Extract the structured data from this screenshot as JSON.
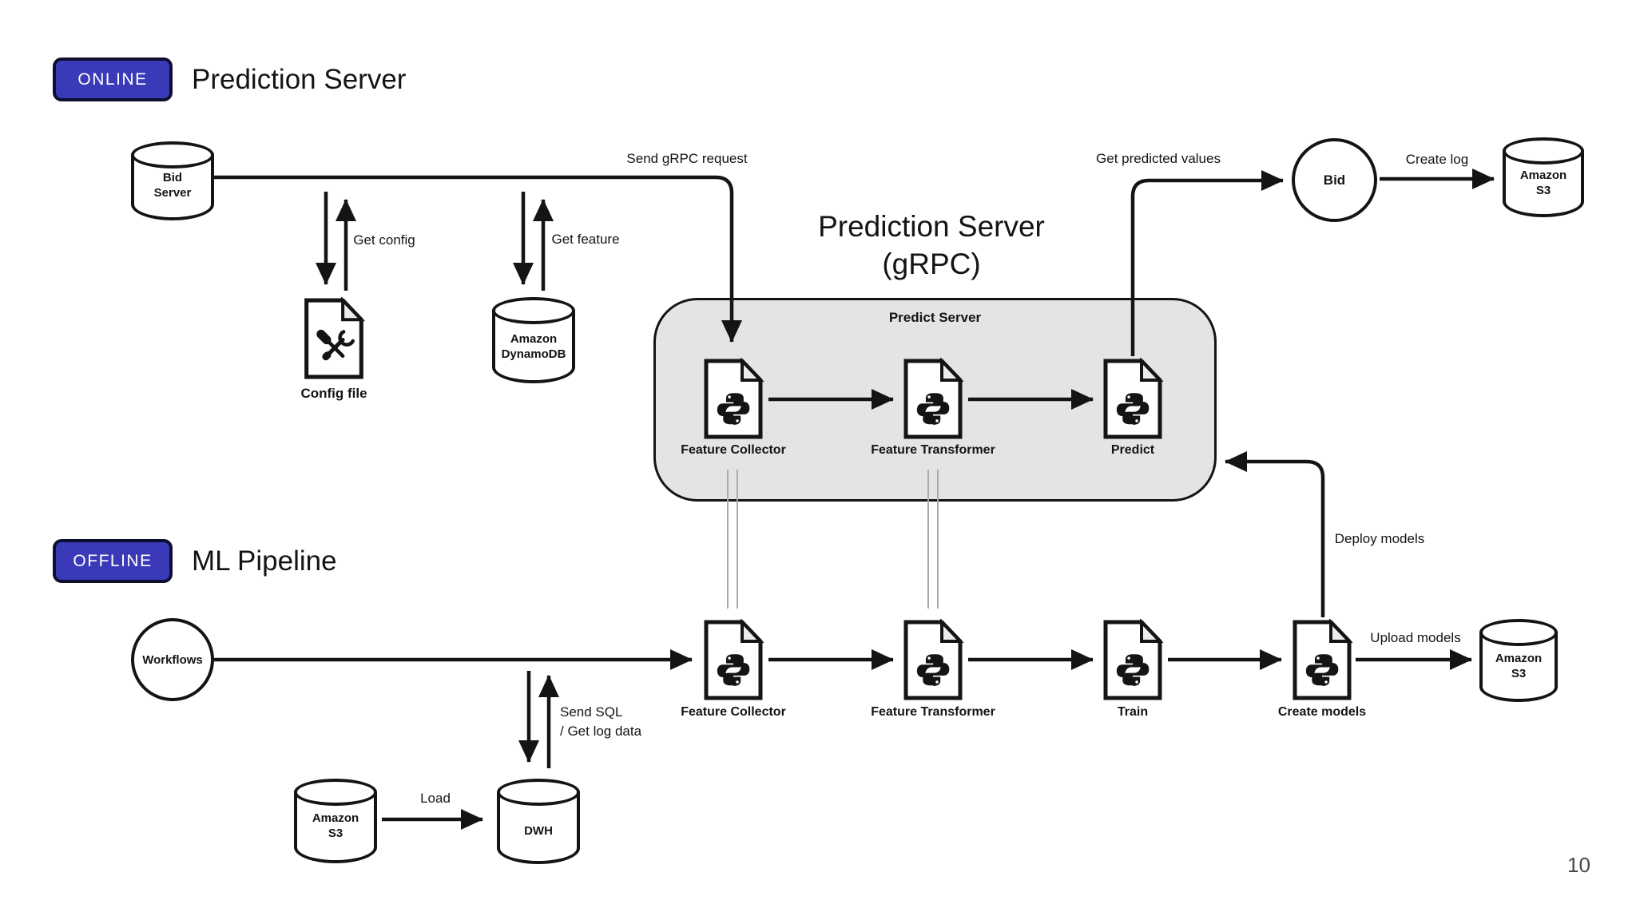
{
  "page": {
    "number": "10"
  },
  "online_section": {
    "badge": "ONLINE",
    "title": "Prediction Server"
  },
  "offline_section": {
    "badge": "OFFLINE",
    "title": "ML Pipeline"
  },
  "grpc_title": {
    "line1": "Prediction Server",
    "line2": "(gRPC)"
  },
  "predict_box": {
    "title": "Predict Server",
    "feature_collector": "Feature Collector",
    "feature_transformer": "Feature Transformer",
    "predict": "Predict"
  },
  "nodes": {
    "bid_server": {
      "line1": "Bid",
      "line2": "Server"
    },
    "config_file": "Config file",
    "dynamodb": {
      "line1": "Amazon",
      "line2": "DynamoDB"
    },
    "bid": "Bid",
    "s3_log": {
      "line1": "Amazon",
      "line2": "S3"
    },
    "workflows": "Workflows",
    "feature_collector": "Feature Collector",
    "feature_transformer": "Feature Transformer",
    "train": "Train",
    "create_models": "Create models",
    "s3_models": {
      "line1": "Amazon",
      "line2": "S3"
    },
    "s3_data": {
      "line1": "Amazon",
      "line2": "S3"
    },
    "dwh": "DWH"
  },
  "edges": {
    "send_grpc": "Send gRPC request",
    "get_config": "Get config",
    "get_feature": "Get feature",
    "get_predicted": "Get predicted values",
    "create_log": "Create log",
    "deploy_models": "Deploy models",
    "upload_models": "Upload models",
    "send_sql": {
      "line1": "Send SQL",
      "line2": "/ Get log data"
    },
    "load": "Load"
  },
  "colors": {
    "badge": "#3a3ab8",
    "badge_border": "#0e0e30",
    "line": "#141414",
    "box_fill": "#e4e4e4",
    "connector_grey": "#a9a9a9"
  }
}
